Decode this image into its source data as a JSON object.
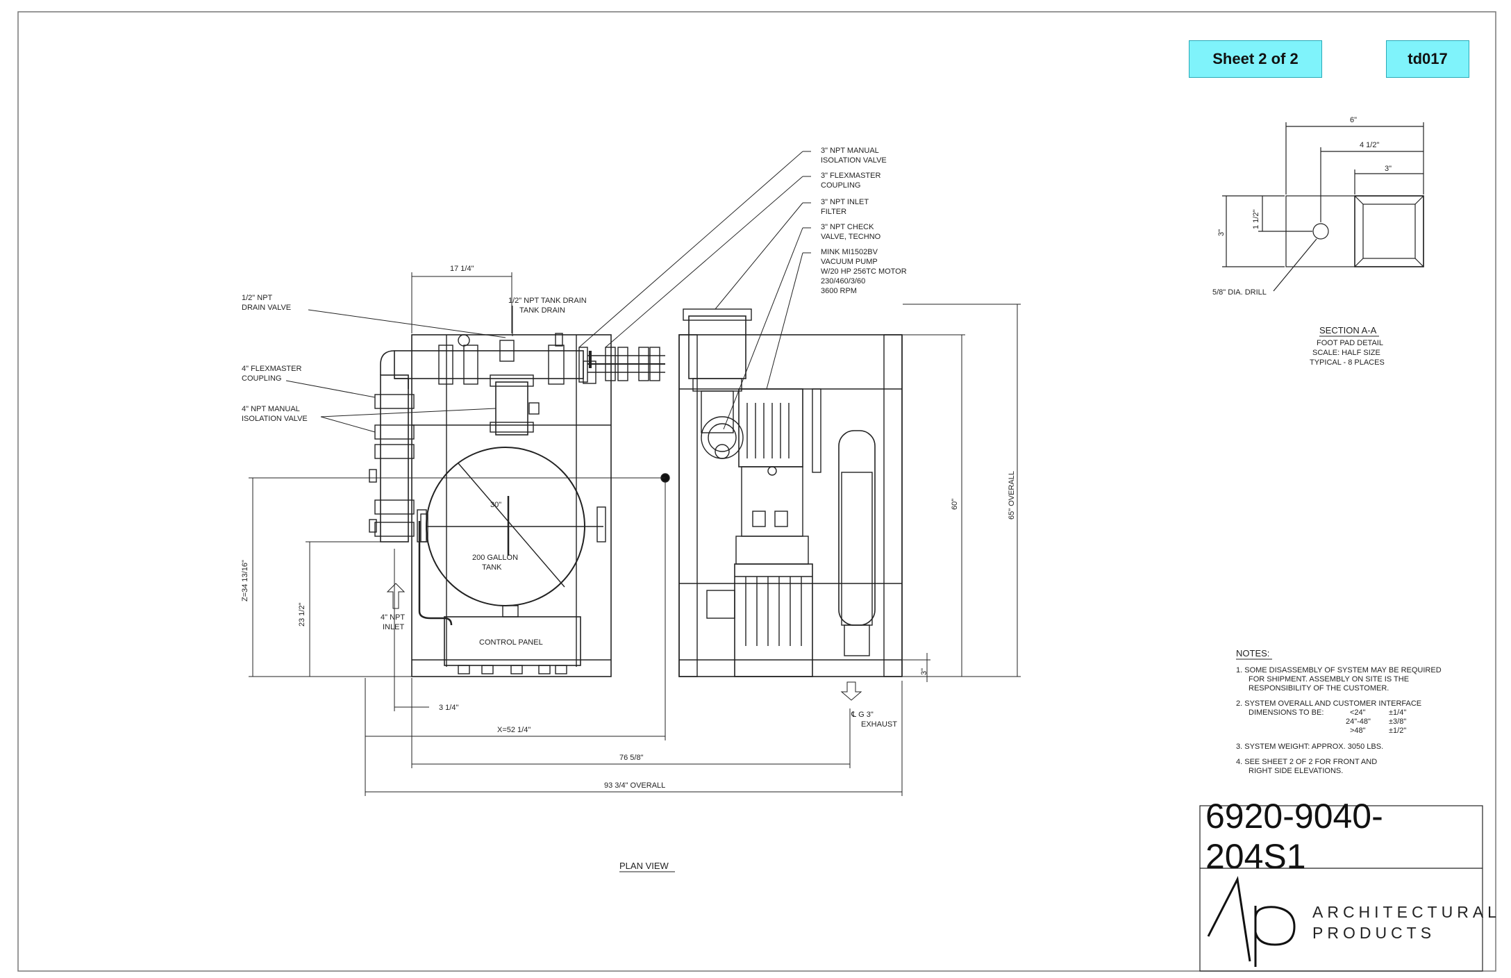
{
  "header": {
    "sheet_label": "Sheet 2 of 2",
    "code": "td017",
    "badge_color": "#7ff3fb"
  },
  "dimensions": {
    "top_width": "17 1/4\"",
    "drain_pipe_label": "1/2\" NPT TANK DRAIN",
    "tank_diameter": "30\"",
    "z_height": "Z=34 13/16\"",
    "inlet_height": "23 1/2\"",
    "height_60": "60\"",
    "height_overall": "65\" OVERALL",
    "base_3": "3\"",
    "inlet_offset": "3 1/4\"",
    "x_width": "X=52 1/4\"",
    "width_76": "76 5/8\"",
    "width_overall": "93 3/4\" OVERALL",
    "exhaust": "℄ G 3\"",
    "exhaust_word": "EXHAUST"
  },
  "callouts": {
    "drain_valve": [
      "1/2\" NPT",
      "DRAIN VALVE"
    ],
    "flexmaster_4": [
      "4\" FLEXMASTER",
      "COUPLING"
    ],
    "isolation_4": [
      "4\" NPT MANUAL",
      "ISOLATION VALVE"
    ],
    "inlet_4": [
      "4\" NPT",
      "INLET"
    ],
    "isolation_3": [
      "3\" NPT MANUAL",
      "ISOLATION VALVE"
    ],
    "flexmaster_3": [
      "3\" FLEXMASTER",
      "COUPLING"
    ],
    "inlet_filter": [
      "3\" NPT INLET",
      "FILTER"
    ],
    "check_valve": [
      "3\" NPT CHECK",
      "VALVE, TECHNO"
    ],
    "pump": [
      "MINK MI1502BV",
      "VACUUM PUMP",
      "W/20 HP 256TC MOTOR",
      "230/460/3/60",
      "3600 RPM"
    ]
  },
  "components": {
    "tank": [
      "200 GALLON",
      "TANK"
    ],
    "control_panel": "CONTROL PANEL"
  },
  "plan_view_title": "PLAN VIEW",
  "section": {
    "dim_6": "6\"",
    "dim_4_half": "4 1/2\"",
    "dim_3_top": "3\"",
    "dim_1_half": "1 1/2\"",
    "dim_3_side": "3\"",
    "drill": "5/8\" DIA. DRILL",
    "title": "SECTION A-A",
    "lines": [
      "FOOT PAD DETAIL",
      "SCALE:  HALF SIZE",
      "TYPICAL - 8 PLACES"
    ]
  },
  "notes": {
    "heading": "NOTES:",
    "n1": [
      "1.  SOME DISASSEMBLY OF SYSTEM MAY BE REQUIRED",
      "FOR SHIPMENT.  ASSEMBLY ON SITE IS THE",
      "RESPONSIBILITY OF THE CUSTOMER."
    ],
    "n2": [
      "2.  SYSTEM OVERALL AND CUSTOMER INTERFACE",
      "DIMENSIONS TO BE:"
    ],
    "tolerances": [
      {
        "range": "<24\"",
        "tol": "±1/4\""
      },
      {
        "range": "24\"-48\"",
        "tol": "±3/8\""
      },
      {
        "range": ">48\"",
        "tol": "±1/2\""
      }
    ],
    "n3": "3.  SYSTEM WEIGHT: APPROX. 3050 LBS.",
    "n4": [
      "4.  SEE SHEET 2 OF 2 FOR FRONT AND",
      "RIGHT SIDE ELEVATIONS."
    ]
  },
  "title_block": {
    "drawing_number": "6920-9040-204S1",
    "brand_line1": "ARCHITECTURAL",
    "brand_line2": "PRODUCTS",
    "logo": "ap-logo"
  }
}
